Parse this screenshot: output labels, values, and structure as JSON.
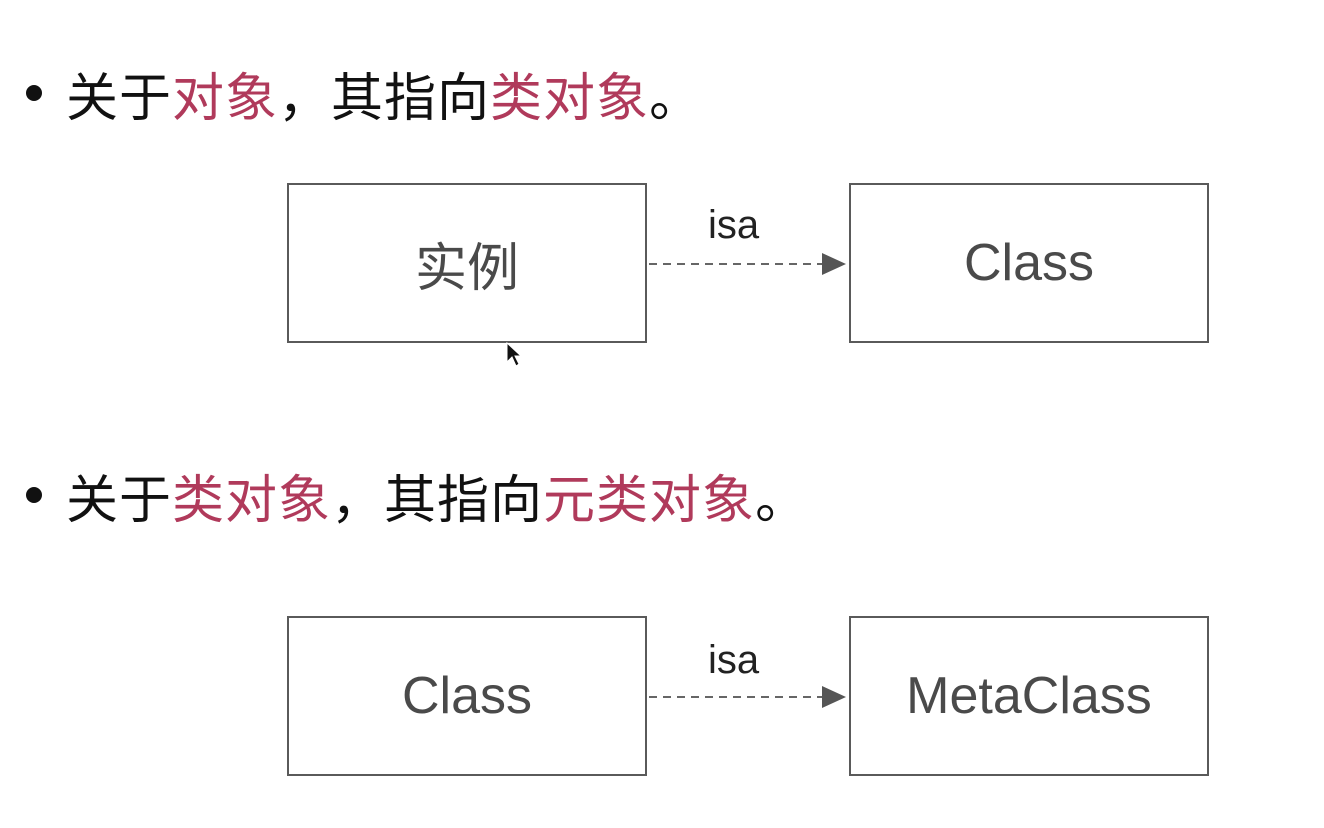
{
  "bullets": [
    {
      "parts": [
        {
          "text": "关于",
          "highlight": false
        },
        {
          "text": "对象",
          "highlight": true
        },
        {
          "text": "，其指向",
          "highlight": false
        },
        {
          "text": "类对象",
          "highlight": true
        },
        {
          "text": "。",
          "highlight": false
        }
      ]
    },
    {
      "parts": [
        {
          "text": "关于",
          "highlight": false
        },
        {
          "text": "类对象",
          "highlight": true
        },
        {
          "text": "，其指向",
          "highlight": false
        },
        {
          "text": "元类对象",
          "highlight": true
        },
        {
          "text": "。",
          "highlight": false
        }
      ]
    }
  ],
  "diagrams": [
    {
      "source": "实例",
      "target": "Class",
      "edge_label": "isa"
    },
    {
      "source": "Class",
      "target": "MetaClass",
      "edge_label": "isa"
    }
  ],
  "colors": {
    "highlight": "#b03a5b",
    "text": "#111111",
    "box_border": "#5a5a5a",
    "box_text": "#4a4a4a",
    "arrow": "#666666"
  }
}
